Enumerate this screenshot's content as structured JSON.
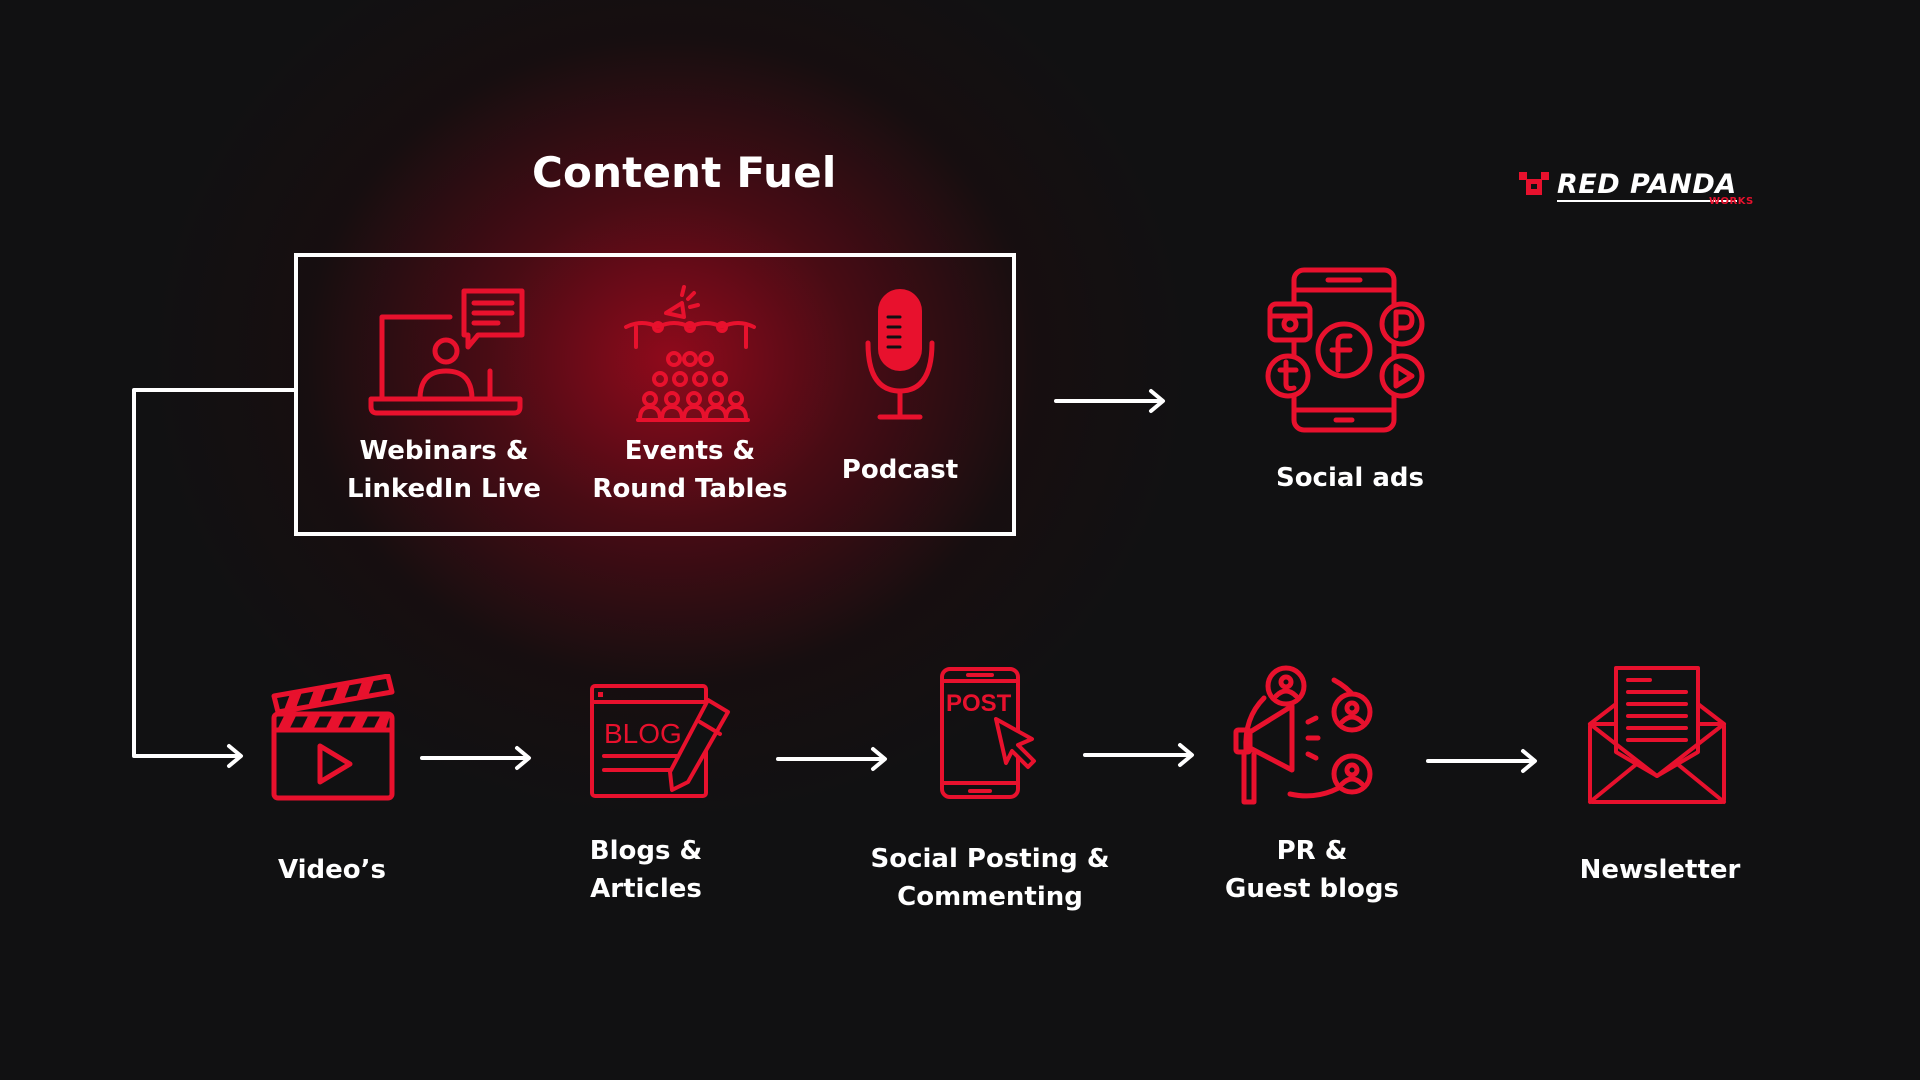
{
  "title": "Content Fuel",
  "brand": {
    "name": "RED PANDA",
    "sub": "WORKS"
  },
  "colors": {
    "accent": "#e8112d",
    "background": "#111112",
    "text": "#ffffff",
    "glow": "#8a0a18"
  },
  "fuel_items": [
    {
      "icon": "webinar-laptop-icon",
      "label_1": "Webinars &",
      "label_2": "LinkedIn Live"
    },
    {
      "icon": "events-audience-icon",
      "label_1": "Events &",
      "label_2": "Round Tables"
    },
    {
      "icon": "microphone-icon",
      "label_1": "Podcast"
    }
  ],
  "social_ads": {
    "icon": "social-media-phone-icon",
    "label": "Social ads"
  },
  "flow": [
    {
      "icon": "clapperboard-icon",
      "label_1": "Video’s"
    },
    {
      "icon": "blog-document-icon",
      "label_1": "Blogs &",
      "label_2": "Articles"
    },
    {
      "icon": "post-phone-icon",
      "label_1": "Social Posting &",
      "label_2": "Commenting"
    },
    {
      "icon": "megaphone-people-icon",
      "label_1": "PR &",
      "label_2": "Guest blogs"
    },
    {
      "icon": "envelope-letter-icon",
      "label_1": "Newsletter"
    }
  ],
  "icon_texts": {
    "blog": "BLOG",
    "post": "POST"
  }
}
